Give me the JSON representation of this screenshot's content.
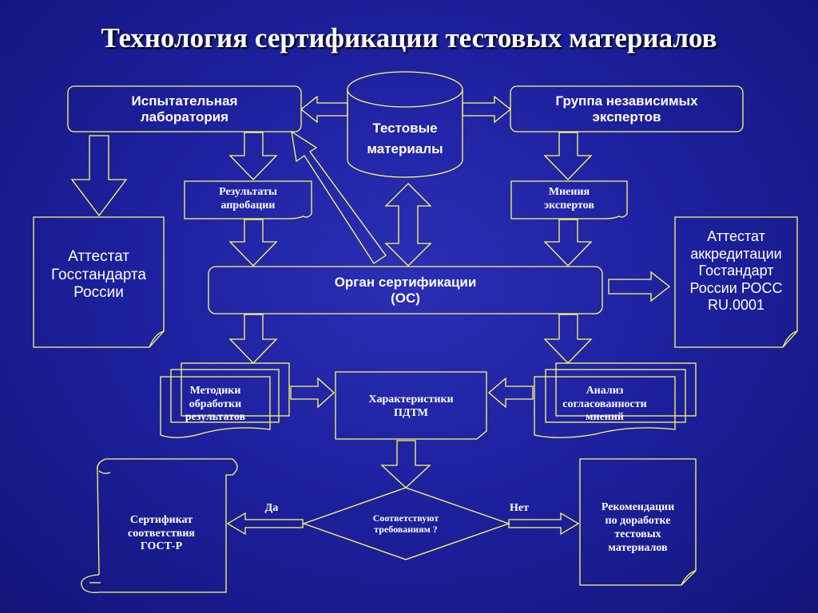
{
  "title": "Технология сертификации тестовых материалов",
  "colors": {
    "background": "#1e21a0",
    "stroke": "#ffff66",
    "text": "#ffffff"
  },
  "nodes": {
    "lab": "Испытательная\nлаборатория",
    "test_materials": "Тестовые\nматериалы",
    "experts_group": "Группа независимых\nэкспертов",
    "approbation_results": "Результаты\nапробации",
    "expert_opinions": "Мнения\nэкспертов",
    "gosstandart_certificate": "Аттестат\nГосстандарта\nРоссии",
    "accreditation_certificate": "Аттестат\nаккредитации\nГостандарт\nРоссии РОСС\nRU.0001",
    "certification_body": "Орган сертификации\n(ОС)",
    "processing_methods": "Методики\nобработки\nрезультатов",
    "pdtm_characteristics": "Характеристики\nПДТМ",
    "consistency_analysis": "Анализ\nсогласованности\nмнений",
    "decision": "Соответствуют\nтребованиям ?",
    "certificate": "Сертификат\nсоответствия\nГОСТ-Р",
    "recommendations": "Рекомендации\nпо доработке\nтестовых\nматериалов"
  },
  "edges": {
    "yes": "Да",
    "no": "Нет"
  }
}
